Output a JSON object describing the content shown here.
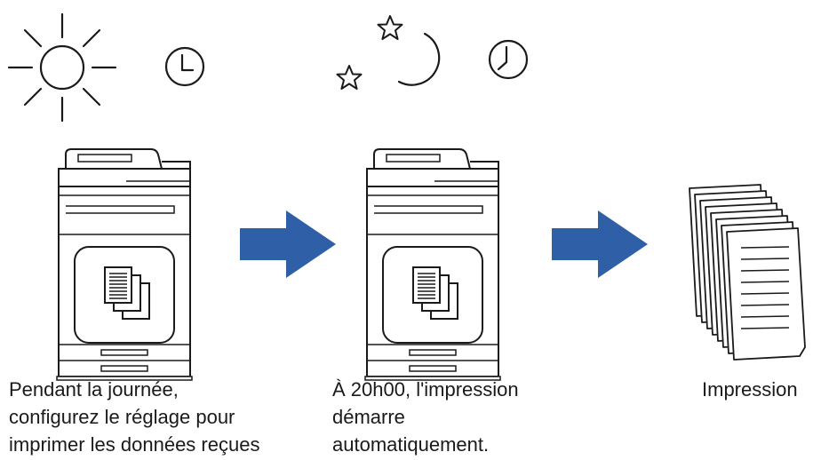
{
  "steps": [
    {
      "caption_lines": [
        "Pendant la journée,",
        "configurez le réglage pour",
        "imprimer les données reçues"
      ]
    },
    {
      "caption_lines": [
        "À 20h00, l'impression",
        "démarre",
        "automatiquement."
      ]
    },
    {
      "caption_lines": [
        "Impression"
      ]
    }
  ],
  "icons": [
    "sun-icon",
    "clock-icon",
    "star-icon",
    "moon-icon",
    "printer-icon",
    "documents-icon",
    "arrow-right-icon",
    "paper-stack-icon"
  ],
  "colors": {
    "arrow": "#2f5fa7",
    "line": "#1a1a1a",
    "background": "#ffffff"
  }
}
